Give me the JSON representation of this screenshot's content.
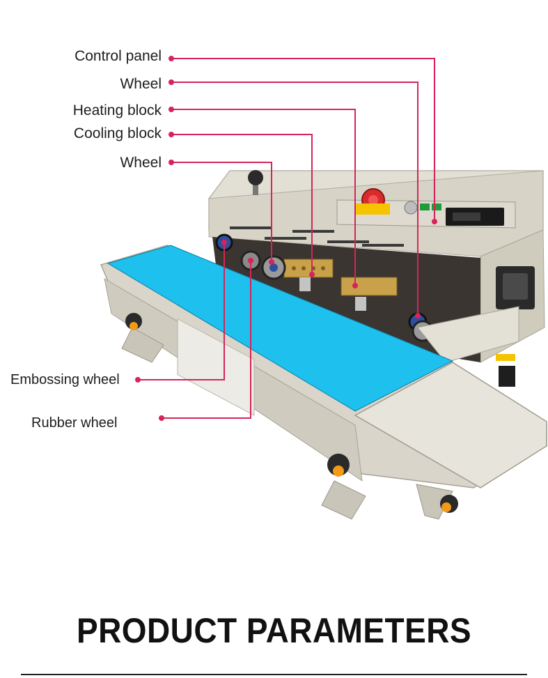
{
  "labels": {
    "control_panel": "Control panel",
    "wheel_1": "Wheel",
    "heating_block": "Heating block",
    "cooling_block": "Cooling block",
    "wheel_2": "Wheel",
    "embossing_wheel": "Embossing wheel",
    "rubber_wheel": "Rubber wheel"
  },
  "title": "PRODUCT PARAMETERS",
  "colors": {
    "callout_line": "#d6245a",
    "conveyor_belt": "#1ec0ee",
    "machine_body": "#dcd8cc",
    "knob_orange": "#f39a16"
  }
}
